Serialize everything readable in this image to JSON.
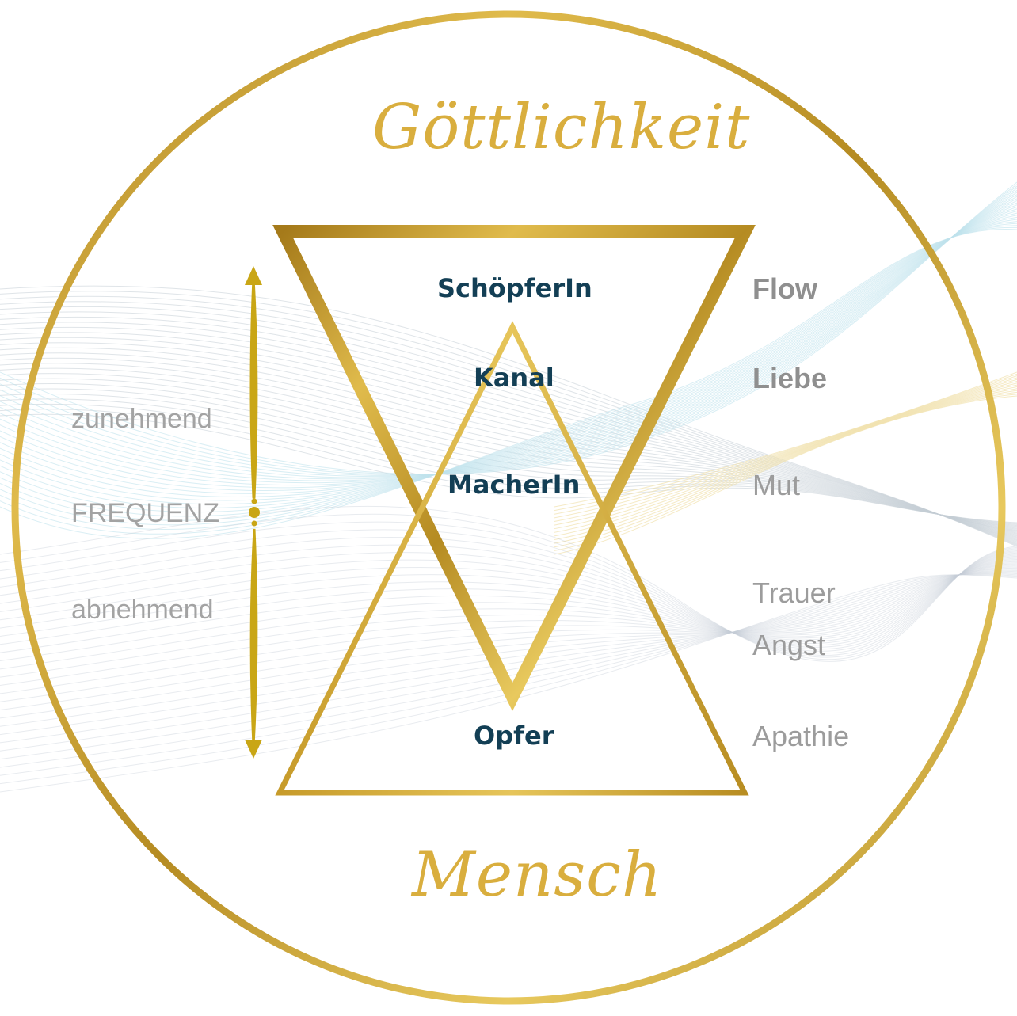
{
  "title_top": "Göttlichkeit",
  "title_bottom": "Mensch",
  "roles": {
    "schoepferin": "SchöpferIn",
    "kanal": "Kanal",
    "macherin": "MacherIn",
    "opfer": "Opfer"
  },
  "emotions": {
    "flow": "Flow",
    "liebe": "Liebe",
    "mut": "Mut",
    "trauer": "Trauer",
    "angst": "Angst",
    "apathie": "Apathie"
  },
  "frequency": {
    "increasing": "zunehmend",
    "label": "FREQUENZ",
    "decreasing": "abnehmend"
  },
  "colors": {
    "gold": "#c9a12c",
    "gold_light": "#e6c357",
    "role_text": "#133f55",
    "emotion_text": "#9c9c9c",
    "arrow": "#c9a616",
    "wave_blue": "#bfe3ec",
    "wave_gray": "#c5cdd6",
    "wave_yellow": "#f1e1ad"
  }
}
